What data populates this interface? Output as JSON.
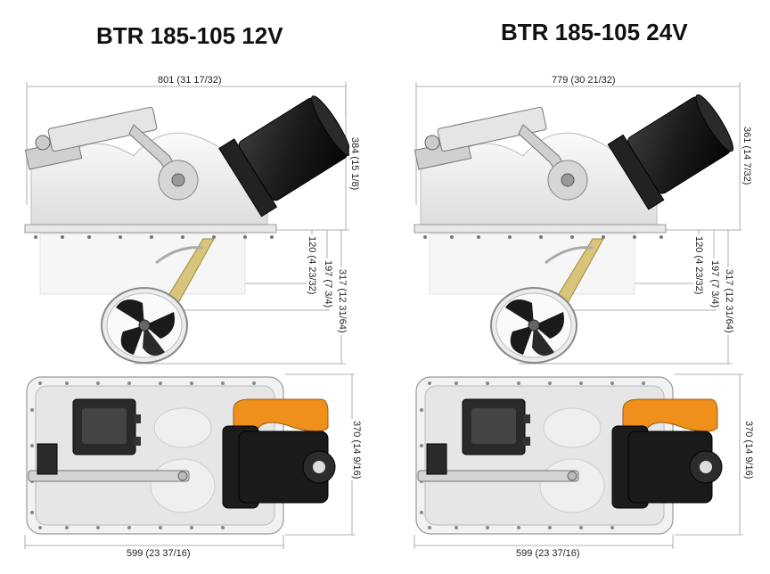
{
  "panels": [
    {
      "title": "BTR 185-105 12V",
      "dims": {
        "overall_width": "801 (31 17/32)",
        "height_top": "384 (15 1/8)",
        "depth_a": "120 (4 23/32)",
        "depth_b": "197 (7 3/4)",
        "depth_c": "317 (12 31/64)",
        "plate_height": "370 (14 9/16)",
        "plate_width": "599 (23 37/16)"
      }
    },
    {
      "title": "BTR 185-105 24V",
      "dims": {
        "overall_width": "779 (30 21/32)",
        "height_top": "361 (14 7/32)",
        "depth_a": "120 (4 23/32)",
        "depth_b": "197 (7 3/4)",
        "depth_c": "317 (12 31/64)",
        "plate_height": "370 (14 9/16)",
        "plate_width": "599 (23 37/16)"
      }
    }
  ],
  "colors": {
    "motor_black": "#1c1c1c",
    "motor_orange": "#e07818",
    "cover_orange": "#ef8f1c",
    "housing_white": "#f2f2f2",
    "arm_tan": "#d8c47a",
    "line_grey": "#888888"
  },
  "icons": {
    "motor": "cylinder-motor-icon",
    "propeller": "propeller-icon",
    "control_box": "control-box-icon",
    "actuator": "linear-actuator-icon"
  }
}
